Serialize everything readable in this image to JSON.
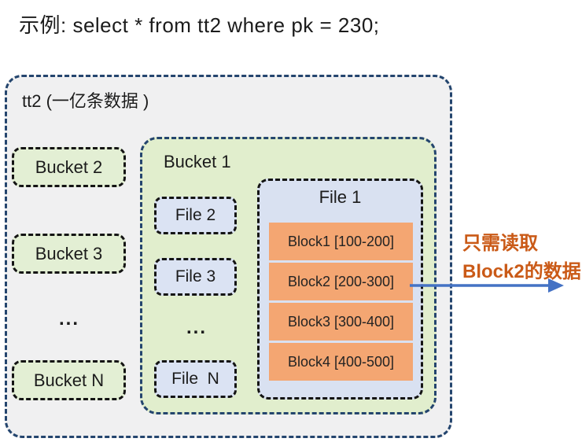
{
  "title": "示例: select * from tt2 where pk = 230;",
  "outer_container": {
    "label": "tt2 (一亿条数据 )"
  },
  "left_buckets": {
    "bucket2": "Bucket 2",
    "bucket3": "Bucket 3",
    "ellipsis": "...",
    "bucketN": "Bucket N"
  },
  "bucket1": {
    "label": "Bucket 1",
    "file2": "File 2",
    "file3": "File 3",
    "ellipsis": "...",
    "fileN": "File  N"
  },
  "file1": {
    "label": "File 1",
    "blocks": [
      "Block1 [100-200]",
      "Block2 [200-300]",
      "Block3 [300-400]",
      "Block4 [400-500]"
    ]
  },
  "annotation": {
    "line1": "只需读取",
    "line2": "Block2的数据"
  },
  "colors": {
    "outer_fill": "#f0f0f1",
    "dashed_border_navy": "#24456e",
    "dashed_border_black": "#141414",
    "bucket_fill": "#e3efd4",
    "bucket1_fill": "#e1eecd",
    "file_fill": "#dbe3f3",
    "file1_fill": "#d9e1f1",
    "block_fill": "#f4a672",
    "arrow_blue": "#4472c4",
    "annotation_orange": "#ca5a17"
  }
}
